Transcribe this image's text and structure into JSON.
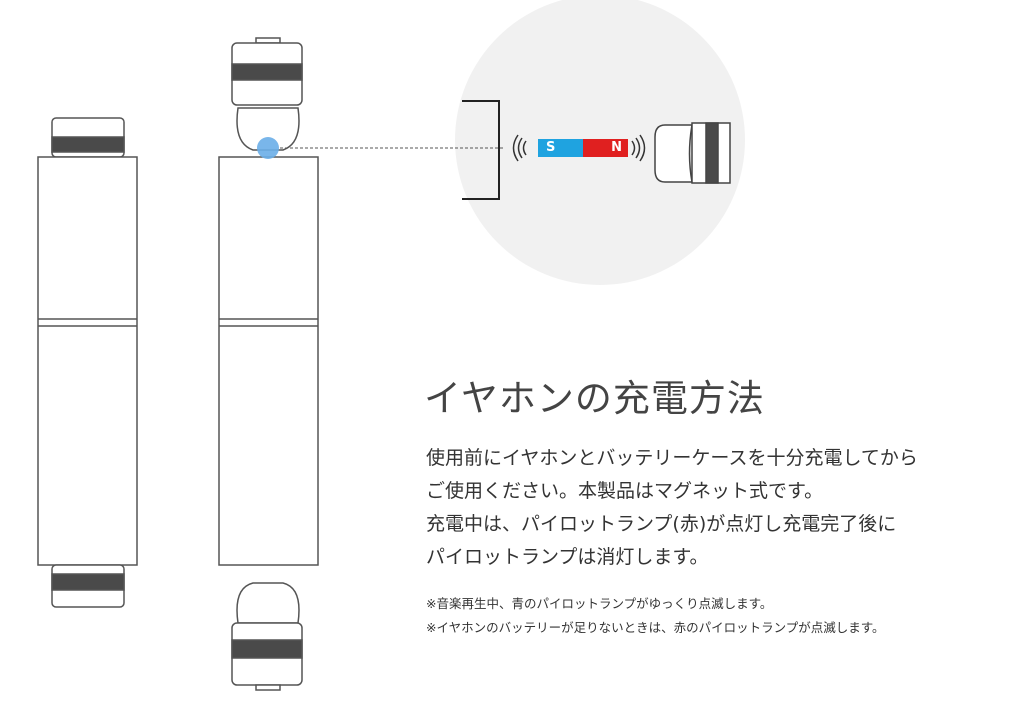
{
  "title": "イヤホンの充電方法",
  "body_lines": [
    "使用前にイヤホンとバッテリーケースを十分充電してから",
    "ご使用ください。本製品はマグネット式です。",
    "充電中は、パイロットランプ(赤)が点灯し充電完了後に",
    "パイロットランプは消灯します。"
  ],
  "notes": [
    "※音楽再生中、青のパイロットランプがゆっくり点滅します。",
    "※イヤホンのバッテリーが足りないときは、赤のパイロットランプが点滅します。"
  ],
  "magnet": {
    "south": "S",
    "north": "N",
    "south_color": "#1fa3e0",
    "north_color": "#e02020"
  },
  "colors": {
    "contact_dot": "#6aaee8",
    "circle_bg": "#f1f1f1",
    "band": "#4a4a4a"
  }
}
